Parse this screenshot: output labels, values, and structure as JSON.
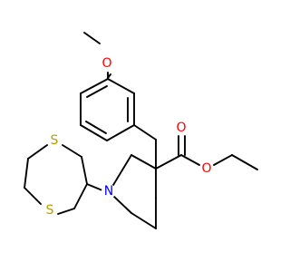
{
  "molecule": {
    "atoms": {
      "O_methoxy": {
        "label": "O",
        "color": "#ff0000"
      },
      "O_carbonyl": {
        "label": "O",
        "color": "#ff0000"
      },
      "O_ester": {
        "label": "O",
        "color": "#ff0000"
      },
      "N_ring": {
        "label": "N",
        "color": "#0000ff"
      },
      "S_upper": {
        "label": "S",
        "color": "#b8a000"
      },
      "S_lower": {
        "label": "S",
        "color": "#b8a000"
      }
    },
    "bond_color": "#000000"
  }
}
